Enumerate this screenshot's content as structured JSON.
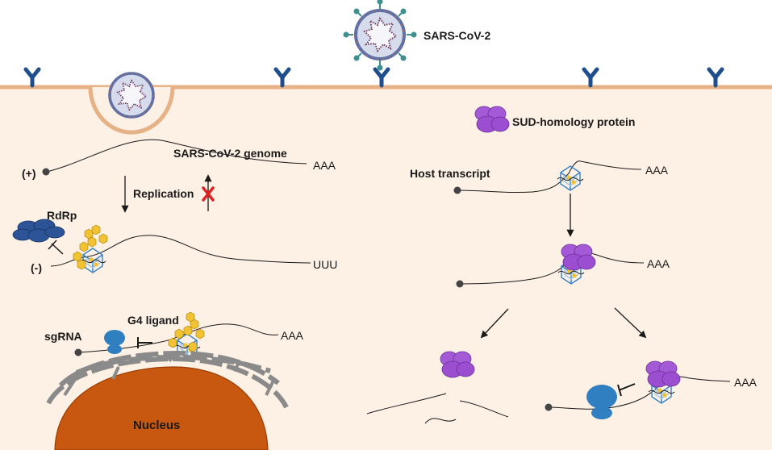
{
  "labels": {
    "virus": "SARS-CoV-2",
    "genome": "SARS-CoV-2 genome",
    "plus_strand": "(+)",
    "minus_strand": "(-)",
    "poly_a_1": "AAA",
    "poly_u": "UUU",
    "replication": "Replication",
    "rdrp": "RdRp",
    "g4_ligand": "G4 ligand",
    "sgrna": "sgRNA",
    "poly_a_2": "AAA",
    "nucleus": "Nucleus",
    "sud_protein": "SUD-homology protein",
    "host_transcript": "Host transcript",
    "poly_a_3": "AAA",
    "poly_a_4": "AAA",
    "poly_a_5": "AAA"
  },
  "colors": {
    "cytoplasm": "#fdf0e4",
    "membrane": "#e6b184",
    "receptor": "#1f4e8c",
    "virus_envelope": "#5b6fa8",
    "spike": "#3f8f8f",
    "rdrp": "#2d5497",
    "ribosome": "#2f7fc1",
    "sud_protein": "#9b4fd0",
    "ligand": "#f1c232",
    "g4": "#3d86c6",
    "nucleus": "#c8580f",
    "er": "#808080",
    "inhibit_cross": "#e02020"
  },
  "icons": [
    "receptor-icon",
    "virion-icon",
    "rdrp-icon",
    "g-quadruplex-icon",
    "g4-ligand-icon",
    "ribosome-icon",
    "sud-protein-icon",
    "nucleus-icon",
    "endoplasmic-reticulum-icon",
    "inhibition-icon",
    "blocked-cross-icon"
  ]
}
